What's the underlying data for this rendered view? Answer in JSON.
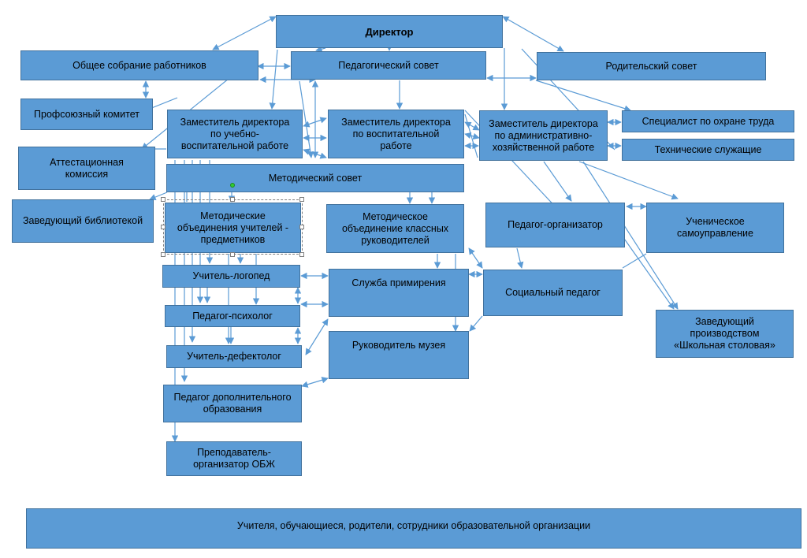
{
  "nodes": {
    "director": "Директор",
    "general_meeting": "Общее собрание работников",
    "ped_council": "Педагогический совет",
    "parent_council": "Родительский совет",
    "trade_union": "Профсоюзный комитет",
    "deputy_educational": "Заместитель директора\nпо учебно-\nвоспитательной работе",
    "deputy_upbringing": "Заместитель директора\nпо воспитательной\nработе",
    "deputy_admin": "Заместитель директора\nпо административно-\nхозяйственной работе",
    "labor_safety": "Специалист по охране труда",
    "tech_staff": "Технические служащие",
    "attestation": "Аттестационная\nкомиссия",
    "method_council": "Методический совет",
    "librarian": "Заведующий библиотекой",
    "subject_teachers": "Методические\nобъединения учителей -\nпредметников",
    "class_teachers": "Методическое\nобъединение классных\nруководителей",
    "ped_organizer": "Педагог-организатор",
    "student_gov": "Ученическое\nсамоуправление",
    "speech_therapist": "Учитель-логопед",
    "mediation": "Служба примирения",
    "social_ped": "Социальный педагог",
    "psychologist": "Педагог-психолог",
    "canteen": "Заведующий\nпроизводством\n«Школьная столовая»",
    "defectologist": "Учитель-дефектолог",
    "museum": "Руководитель музея",
    "additional_ed": "Педагог дополнительного\nобразования",
    "obzh": "Преподаватель-\nорганизатор ОБЖ",
    "bottom": "Учителя, обучающиеся, родители, сотрудники образовательной организации"
  }
}
